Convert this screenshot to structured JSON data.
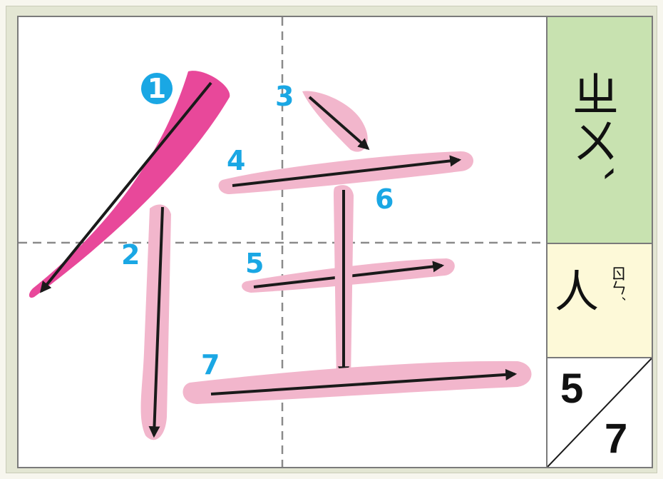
{
  "character": "住",
  "colors": {
    "stroke_current": "#e8489a",
    "stroke_previous": "#f2b6cc",
    "arrow": "#1a1a1a",
    "number": "#1aa7e4",
    "zhuyin_bg": "#c8e2b0",
    "radical_bg": "#fdf9d8",
    "guide_line": "#8a8a8a"
  },
  "current_stroke_index": 1,
  "stroke_numbers": [
    "1",
    "2",
    "3",
    "4",
    "5",
    "6",
    "7"
  ],
  "zhuyin": "ㄓㄨˋ",
  "radical": {
    "char": "人",
    "zhuyin": "ㄖㄣˊ"
  },
  "stroke_count": {
    "current": "5",
    "total": "7"
  }
}
